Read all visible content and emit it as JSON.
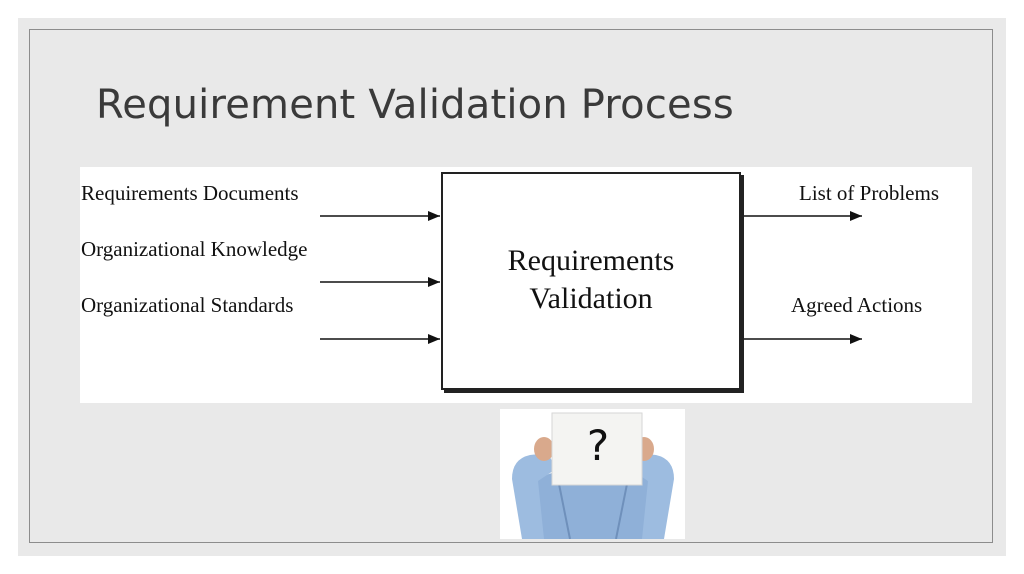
{
  "slide": {
    "title": "Requirement Validation Process"
  },
  "diagram": {
    "inputs": [
      "Requirements Documents",
      "Organizational Knowledge",
      "Organizational Standards"
    ],
    "process_line1": "Requirements",
    "process_line2": "Validation",
    "outputs": [
      "List of Problems",
      "Agreed Actions"
    ]
  },
  "image": {
    "sign_text": "?"
  }
}
